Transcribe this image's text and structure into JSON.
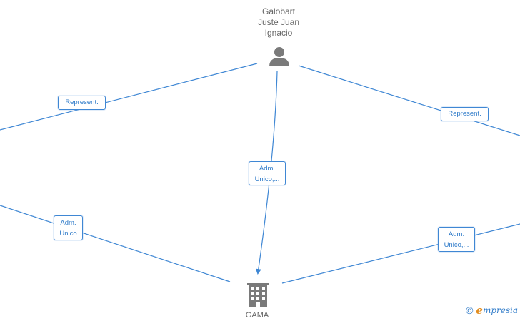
{
  "person": {
    "name_lines": [
      "Galobart",
      "Juste Juan",
      "Ignacio"
    ],
    "icon": "person-icon"
  },
  "company": {
    "name": "GAMA",
    "icon": "building-icon"
  },
  "edges": {
    "represent_left": "Represent.",
    "represent_right": "Represent.",
    "adm_center": [
      "Adm.",
      "Unico,..."
    ],
    "adm_left": [
      "Adm.",
      "Unico"
    ],
    "adm_right": [
      "Adm.",
      "Unico,..."
    ]
  },
  "brand": {
    "copyright": "©",
    "initial": "e",
    "rest": "mpresia"
  },
  "colors": {
    "edge": "#3f87d4",
    "node_icon": "#7a7a7a",
    "label_text": "#2f7bc9"
  }
}
